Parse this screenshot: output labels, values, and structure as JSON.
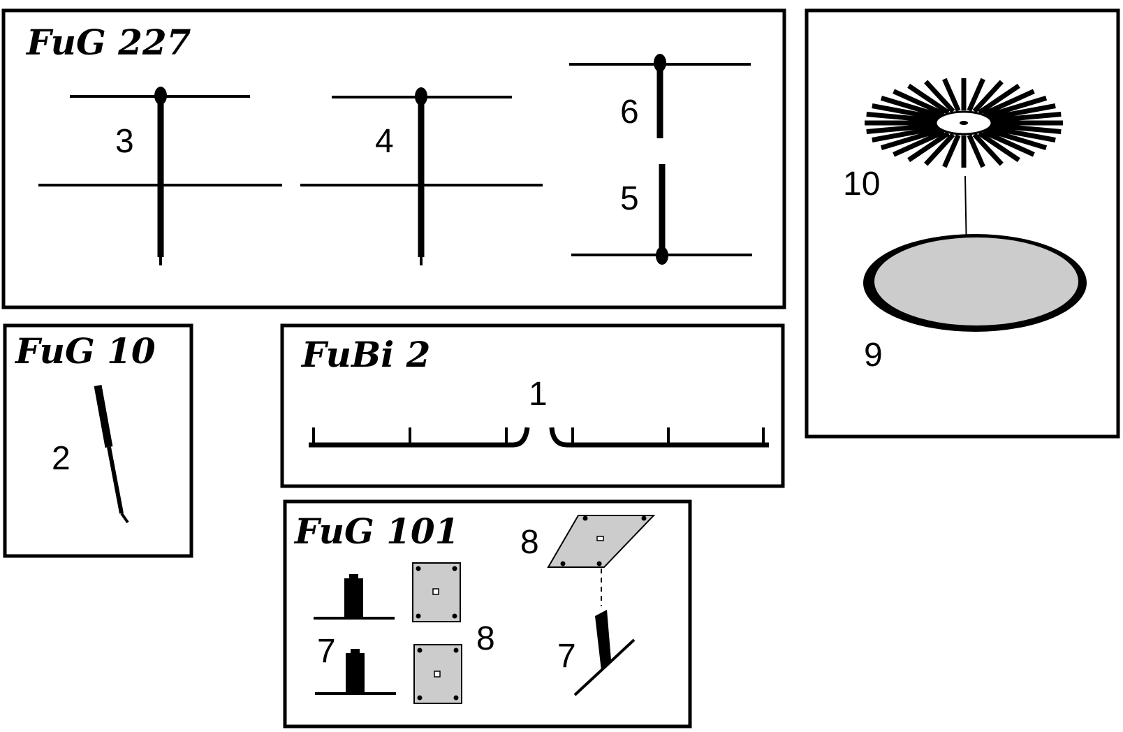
{
  "panels": {
    "fug227": {
      "title": "FuG 227",
      "labels": {
        "l3": "3",
        "l4": "4",
        "l6": "6",
        "l5": "5"
      }
    },
    "fug10": {
      "title": "FuG 10",
      "labels": {
        "l2": "2"
      }
    },
    "fubi2": {
      "title": "FuBi 2",
      "labels": {
        "l1": "1"
      }
    },
    "fug101": {
      "title": "FuG 101",
      "labels": {
        "l7a": "7",
        "l8a": "8",
        "l8b": "8",
        "l7b": "7"
      }
    },
    "right": {
      "labels": {
        "l10": "10",
        "l9": "9"
      }
    }
  },
  "colors": {
    "ink": "#000000",
    "plate_fill": "#cccccc",
    "background": "#ffffff"
  }
}
